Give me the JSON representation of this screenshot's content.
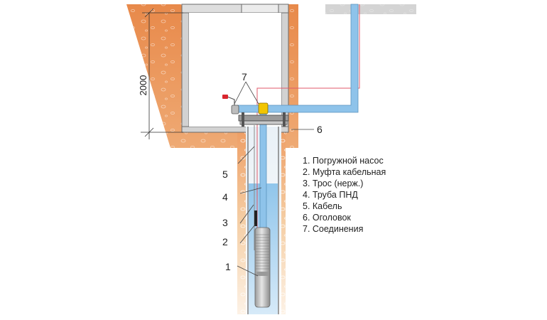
{
  "dimension": {
    "value": "2000"
  },
  "callouts": [
    "1",
    "2",
    "3",
    "4",
    "5",
    "6",
    "7"
  ],
  "legend": [
    "1. Погружной насос",
    "2. Муфта кабельная",
    "3. Трос (нерж.)",
    "4. Труба ПНД",
    "5. Кабель",
    "6. Оголовок",
    "7. Соединения"
  ],
  "colors": {
    "soil": "#e8894a",
    "soil_light": "#f6dcc3",
    "concrete": "#cfcfcf",
    "pipe": "#8ec3ea",
    "cable": "#e05a6a",
    "pump": "#c8c8c8",
    "fitting": "#f2c500"
  },
  "icons": [
    "valve-icon"
  ]
}
